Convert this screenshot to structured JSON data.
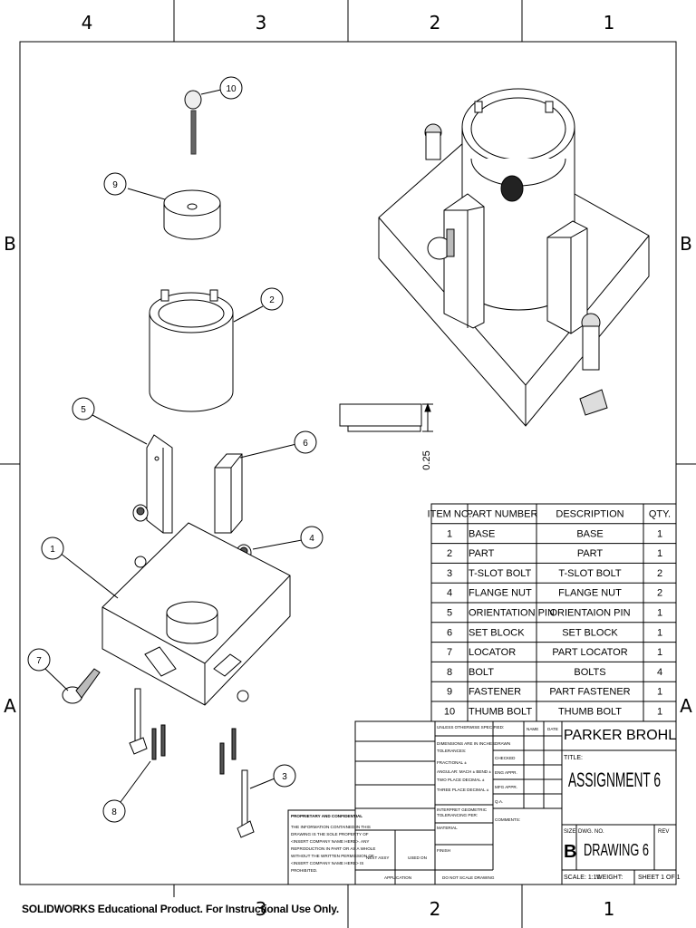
{
  "zones": {
    "top": [
      "4",
      "3",
      "2",
      "1"
    ],
    "bottom": [
      "3",
      "2",
      "1"
    ],
    "side": [
      "B",
      "A"
    ]
  },
  "balloons": [
    "10",
    "9",
    "2",
    "5",
    "6",
    "4",
    "1",
    "7",
    "8",
    "3"
  ],
  "dimension": "0.25",
  "bom": {
    "headers": [
      "ITEM NO.",
      "PART NUMBER",
      "DESCRIPTION",
      "QTY."
    ],
    "rows": [
      [
        "1",
        "BASE",
        "BASE",
        "1"
      ],
      [
        "2",
        "PART",
        "PART",
        "1"
      ],
      [
        "3",
        "T-SLOT BOLT",
        "T-SLOT BOLT",
        "2"
      ],
      [
        "4",
        "FLANGE NUT",
        "FLANGE NUT",
        "2"
      ],
      [
        "5",
        "ORIENTATION PIN",
        "ORIENTAION PIN",
        "1"
      ],
      [
        "6",
        "SET BLOCK",
        "SET BLOCK",
        "1"
      ],
      [
        "7",
        "LOCATOR",
        "PART LOCATOR",
        "1"
      ],
      [
        "8",
        "BOLT",
        "BOLTS",
        "4"
      ],
      [
        "9",
        "FASTENER",
        "PART FASTENER",
        "1"
      ],
      [
        "10",
        "THUMB BOLT",
        "THUMB BOLT",
        "1"
      ]
    ]
  },
  "title_block": {
    "company": "PARKER BROHL",
    "title_label": "TITLE:",
    "title": "ASSIGNMENT 6",
    "size_label": "SIZE",
    "size": "B",
    "dwg_label": "DWG. NO.",
    "dwg_no": "DRAWING 6",
    "rev_label": "REV",
    "scale": "SCALE: 1:10",
    "weight": "WEIGHT:",
    "sheet": "SHEET 1 OF 1",
    "unless": "UNLESS OTHERWISE SPECIFIED:",
    "name": "NAME",
    "date": "DATE",
    "drawn": "DRAWN",
    "checked": "CHECKED",
    "eng_appr": "ENG APPR.",
    "mfg_appr": "MFG APPR.",
    "qa": "Q.A.",
    "comments": "COMMENTS:",
    "dims": [
      "DIMENSIONS ARE IN INCHES",
      "TOLERANCES:",
      "FRACTIONAL ±",
      "ANGULAR: MACH ±   BEND ±",
      "TWO PLACE DECIMAL   ±",
      "THREE PLACE DECIMAL   ±"
    ],
    "interpret": [
      "INTERPRET GEOMETRIC",
      "TOLERANCING PER:"
    ],
    "material": "MATERIAL",
    "finish": "FINISH",
    "next_assy": "NEXT ASSY",
    "used_on": "USED ON",
    "application": "APPLICATION",
    "do_not_scale": "DO NOT SCALE DRAWING",
    "proprietary_title": "PROPRIETARY AND CONFIDENTIAL",
    "proprietary_text": [
      "THE INFORMATION CONTAINED IN THIS",
      "DRAWING IS THE SOLE PROPERTY OF",
      "<INSERT COMPANY NAME HERE>. ANY",
      "REPRODUCTION IN PART OR AS A WHOLE",
      "WITHOUT THE WRITTEN PERMISSION OF",
      "<INSERT COMPANY NAME HERE> IS",
      "PROHIBITED."
    ]
  },
  "watermark": "SOLIDWORKS Educational Product. For Instructional Use Only."
}
